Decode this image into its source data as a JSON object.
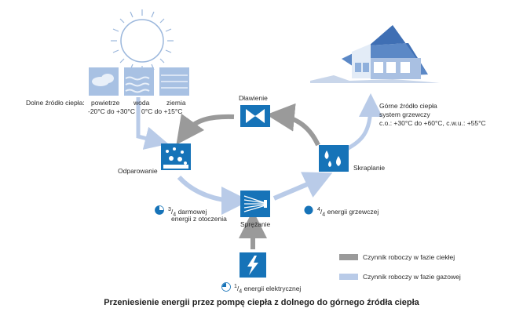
{
  "source_labels": {
    "title": "Dolne źródło ciepła:",
    "air": "powietrze",
    "water": "woda",
    "ground": "ziemia",
    "range_air_water": "-20°C do +30°C",
    "range_ground": "0°C do +15°C"
  },
  "sink_labels": {
    "line1": "Górne źródło ciepła",
    "line2": "system grzewczy",
    "line3": "c.o.: +30°C do +60°C, c.w.u.: +55°C"
  },
  "stages": {
    "throttling": "Dławienie",
    "evaporation": "Odparowanie",
    "condensation": "Skraplanie",
    "compression": "Sprężanie"
  },
  "energy": {
    "ambient_num": "3",
    "ambient_den": "4",
    "ambient_text_1": "darmowej",
    "ambient_text_2": "energii z otoczenia",
    "heating_num": "4",
    "heating_den": "4",
    "heating_text": "energii grzewczej",
    "electric_num": "1",
    "electric_den": "4",
    "electric_text": "energii elektrycznej"
  },
  "legend": {
    "liquid": "Czynnik roboczy w fazie ciekłej",
    "gas": "Czynnik roboczy w fazie gazowej",
    "liquid_color": "#9a9a9a",
    "gas_color": "#b9cbe8"
  },
  "caption": "Przeniesienie energii przez pompę ciepła z dolnego do górnego źródła ciepła"
}
